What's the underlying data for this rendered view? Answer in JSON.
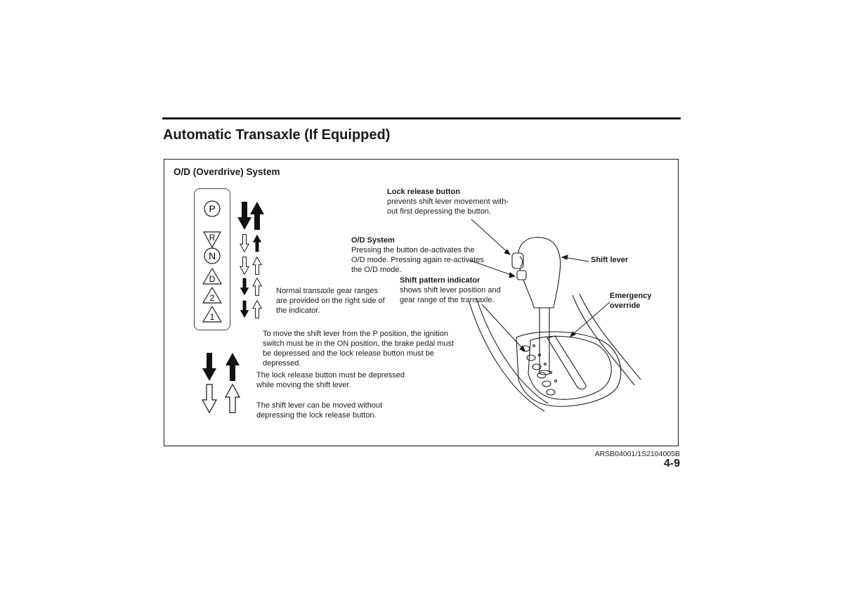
{
  "page_title": "Automatic Transaxle (If Equipped)",
  "section_heading": "O/D (Overdrive) System",
  "gear_positions": [
    "P",
    "R",
    "N",
    "D",
    "2",
    "1"
  ],
  "callouts": {
    "lock_release": {
      "heading": "Lock release button",
      "lines": [
        "prevents shift lever movement with-",
        "out first depressing the button."
      ]
    },
    "od_system": {
      "heading": "O/D System",
      "lines": [
        "Pressing the button de-activates the",
        "O/D mode. Pressing again re-activates",
        "the O/D mode."
      ]
    },
    "shift_pattern": {
      "heading": "Shift pattern indicator",
      "lines": [
        "shows shift lever position and",
        "gear range of the transaxle."
      ]
    },
    "shift_lever": "Shift lever",
    "emergency_override": [
      "Emergency",
      "override"
    ]
  },
  "gear_range_note": [
    "Normal transaxle gear ranges",
    "are provided on the right side of",
    "the indicator."
  ],
  "p_position_note": [
    "To move the shift lever from the P position, the ignition",
    "switch must be in the ON position, the brake pedal must",
    "be depressed and the lock release button must be",
    "depressed."
  ],
  "legend": {
    "filled_arrows": [
      "The lock release button must be depressed",
      "while moving the shift lever."
    ],
    "outline_arrows": [
      "The shift lever can be moved without",
      "depressing the lock release button."
    ]
  },
  "reference_code": "ARSB04001/1S2104005B",
  "page_number": "4-9"
}
